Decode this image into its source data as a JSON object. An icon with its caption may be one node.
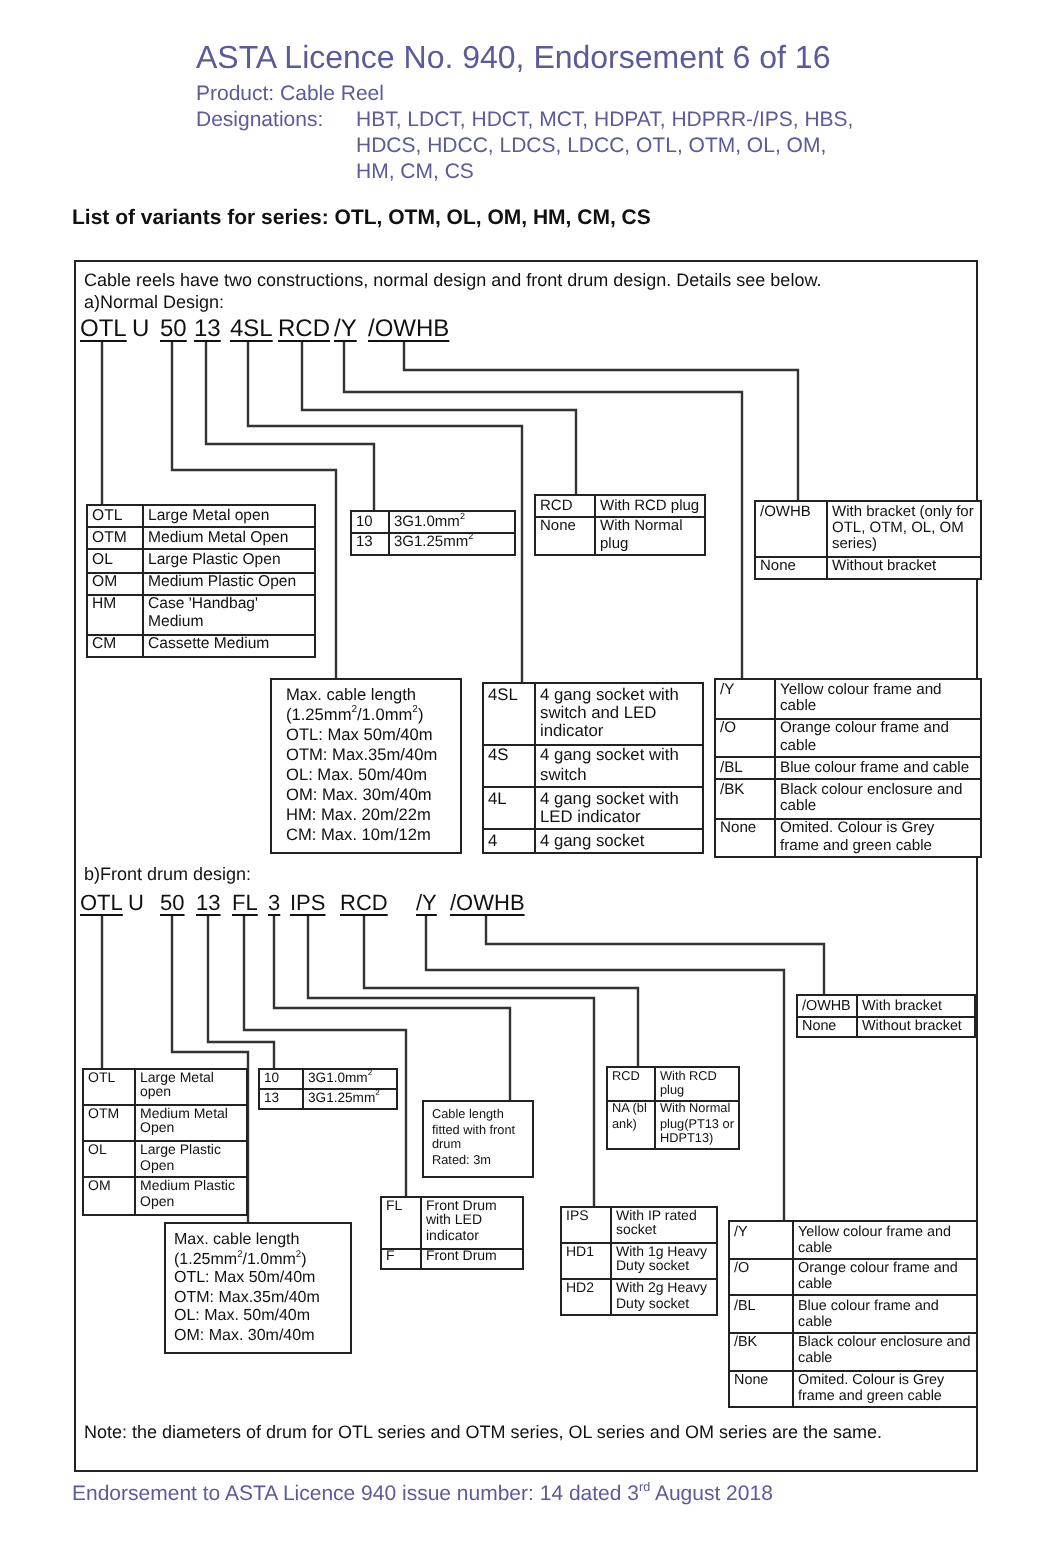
{
  "diagram": {
    "title": "ASTA Licence No. 940, Endorsement 6 of 16",
    "nodes": [
      {
        "text": [
          "Cable reels have two constructions, normal design and front drum design. Details see below.",
          "a)Normal Design:",
          "b)Front drum design:",
          "Note: the diameters of drum for OTL series and OTM series, OL series and OM series are the same."
        ]
      },
      {
        "text": [
          "OTL"
        ],
        "in": 0
      },
      {
        "text": [
          "50"
        ],
        "in": 0
      },
      {
        "text": [
          "13"
        ],
        "in": 0
      },
      {
        "text": [
          "4SL"
        ],
        "in": 0
      },
      {
        "text": [
          "RCD"
        ],
        "in": 0
      },
      {
        "text": [
          "/Y"
        ],
        "in": 0
      },
      {
        "text": [
          "/OWHB"
        ],
        "in": 0
      },
      {
        "text": [
          "OTL",
          "Large Metal open",
          "OTM",
          "Medium Metal Open",
          "OL",
          "Large Plastic Open",
          "OM",
          "Medium Plastic Open",
          "HM",
          "Case 'Handbag' Medium",
          "CM",
          "Cassette Medium"
        ],
        "in": 0
      },
      {
        "text": [
          "10",
          "3G1.0mm$^{2}$",
          "13",
          "3G1.25mm$^{2}$"
        ],
        "in": 0
      },
      {
        "text": [
          "RCD",
          "With RCD plug",
          "None",
          "With Normal plug"
        ],
        "in": 0
      },
      {
        "text": [
          "/OWHB",
          "With bracket (only for OTL, OTM, OL, OM series)",
          "None",
          "Without bracket"
        ],
        "in": 0
      },
      {
        "text": [
          "Max. cable length (1.25mm$^{2}$/1.0mm$^{2}$)",
          "OTL: Max 50m/40m",
          "OTM: Max.35m/40m",
          "OL: Max. 50m/40m",
          "OM: Max. 30m/40m",
          "HM: Max. 20m/22m",
          "CM: Max. 10m/12m"
        ],
        "in": 0
      },
      {
        "text": [
          "4SL",
          "4 gang socket with switch and LED indicator",
          "4S",
          "4 gang socket with switch",
          "4L",
          "4 gang socket with LED indicator",
          "4",
          "4 gang socket"
        ],
        "in": 0
      },
      {
        "text": [
          "/Y",
          "Yellow colour frame and cable",
          "/O",
          "Orange colour frame and cable",
          "/BL",
          "Blue colour frame and cable",
          "/BK",
          "Black colour enclosure and cable",
          "None",
          "Omited. Colour is Grey frame and green cable"
        ],
        "in": 0
      },
      {
        "text": [
          "OTL"
        ],
        "in": 0
      },
      {
        "text": [
          "50"
        ],
        "in": 0
      },
      {
        "text": [
          "13"
        ],
        "in": 0
      },
      {
        "text": [
          "FL"
        ],
        "in": 0
      },
      {
        "text": [
          "3"
        ],
        "in": 0
      },
      {
        "text": [
          "IPS"
        ],
        "in": 0
      },
      {
        "text": [
          "RCD"
        ],
        "in": 0
      },
      {
        "text": [
          "/Y"
        ],
        "in": 0
      },
      {
        "text": [
          "/OWHB"
        ],
        "in": 0
      },
      {
        "text": [
          "/OWHB",
          "With bracket",
          "None",
          "Without bracket"
        ],
        "in": 0
      },
      {
        "text": [
          "OTL",
          "Large Metal open",
          "OTM",
          "Medium Metal Open",
          "OL",
          "Large Plastic Open",
          "OM",
          "Medium Plastic Open"
        ],
        "in": 0
      },
      {
        "text": [
          "10",
          "3G1.0mm$^{2}$",
          "13",
          "3G1.25mm$^{2}$"
        ],
        "in": 0
      },
      {
        "text": [
          "RCD",
          "With RCD plug",
          "NA (blank)",
          "With Normal plug(PT13 or HDPT13)"
        ],
        "in": 0
      },
      {
        "text": [
          "Cable length fitted with front drum",
          "Rated: 3m"
        ],
        "in": 0
      },
      {
        "text": [
          "FL",
          "Front Drum with LED indicator",
          "F",
          "Front Drum"
        ],
        "in": 0
      },
      {
        "text": [
          "IPS",
          "With IP rated socket",
          "HD1",
          "With 1g Heavy Duty socket",
          "HD2",
          "With 2g Heavy Duty socket"
        ],
        "in": 0
      },
      {
        "text": [
          "Max. cable length (1.25mm$^{2}$/1.0mm$^{2}$)",
          "OTL: Max 50m/40m",
          "OTM: Max.35m/40m",
          "OL: Max. 50m/40m",
          "OM: Max. 30m/40m"
        ],
        "in": 0
      },
      {
        "text": [
          "/Y",
          "Yellow colour frame and cable",
          "/O",
          "Orange colour frame and cable",
          "/BL",
          "Blue colour frame and cable",
          "/BK",
          "Black colour enclosure and cable",
          "None",
          "Omited. Colour is Grey frame and green cable"
        ],
        "in": 0
      }
    ],
    "edges": [
      {
        "from": 1,
        "to": 8,
        "arrow": "none"
      },
      {
        "from": 2,
        "to": 12,
        "arrow": "none"
      },
      {
        "from": 3,
        "to": 9,
        "arrow": "none"
      },
      {
        "from": 4,
        "to": 13,
        "arrow": "none"
      },
      {
        "from": 5,
        "to": 10,
        "arrow": "none"
      },
      {
        "from": 6,
        "to": 14,
        "arrow": "none"
      },
      {
        "from": 7,
        "to": 11,
        "arrow": "none"
      },
      {
        "from": 15,
        "to": 25,
        "arrow": "none"
      },
      {
        "from": 16,
        "to": 31,
        "arrow": "none"
      },
      {
        "from": 17,
        "to": 26,
        "arrow": "none"
      },
      {
        "from": 18,
        "to": 29,
        "arrow": "none"
      },
      {
        "from": 19,
        "to": 28,
        "arrow": "none"
      },
      {
        "from": 20,
        "to": 30,
        "arrow": "none"
      },
      {
        "from": 21,
        "to": 27,
        "arrow": "none"
      },
      {
        "from": 22,
        "to": 32,
        "arrow": "none"
      },
      {
        "from": 23,
        "to": 24,
        "arrow": "none"
      }
    ],
    "labels": [
      "Product: Cable Reel",
      "Designations:",
      "HBT, LDCT, HDCT, MCT, HDPAT, HDPRR-/IPS, HBS, HDCS, HDCC, LDCS, LDCC, OTL, OTM, OL, OM, HM, CM, CS",
      "List of variants for series: OTL, OTM, OL, OM, HM, CM, CS",
      "U",
      "U",
      "Endorsement to ASTA Licence 940 issue number: 14 dated 3$^{rd}$ August 2018"
    ]
  }
}
